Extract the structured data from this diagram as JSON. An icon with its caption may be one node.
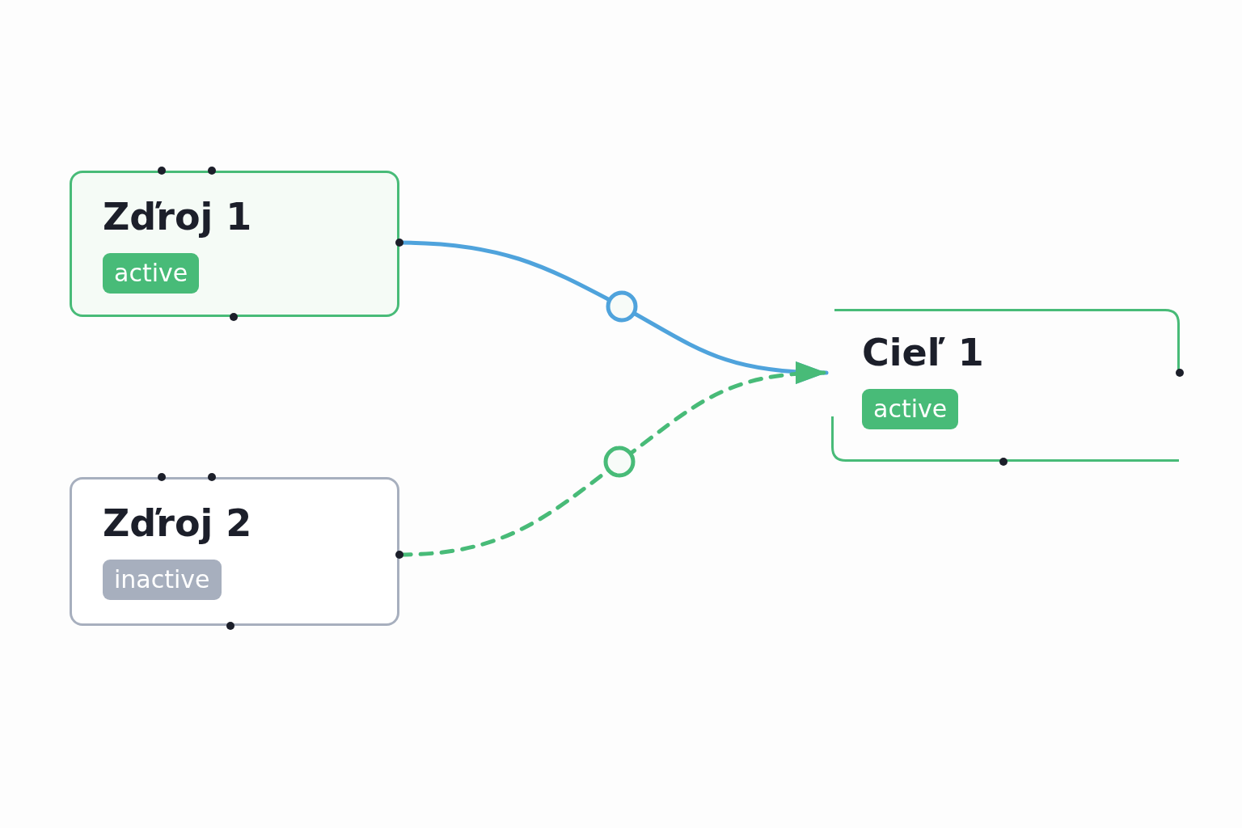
{
  "diagram": {
    "nodes": [
      {
        "text": [
          "Zďroj 1",
          "active"
        ]
      },
      {
        "text": [
          "Zďroj 2",
          "inactive"
        ]
      },
      {
        "text": [
          "Cieľ 1",
          "active"
        ]
      }
    ],
    "edges": [
      {
        "from": 0,
        "to": 2,
        "arrow": "to",
        "color": "#4fa3dc"
      },
      {
        "from": 1,
        "to": 2,
        "arrow": "to",
        "style": "dashed",
        "color": "#48bb78"
      }
    ]
  }
}
